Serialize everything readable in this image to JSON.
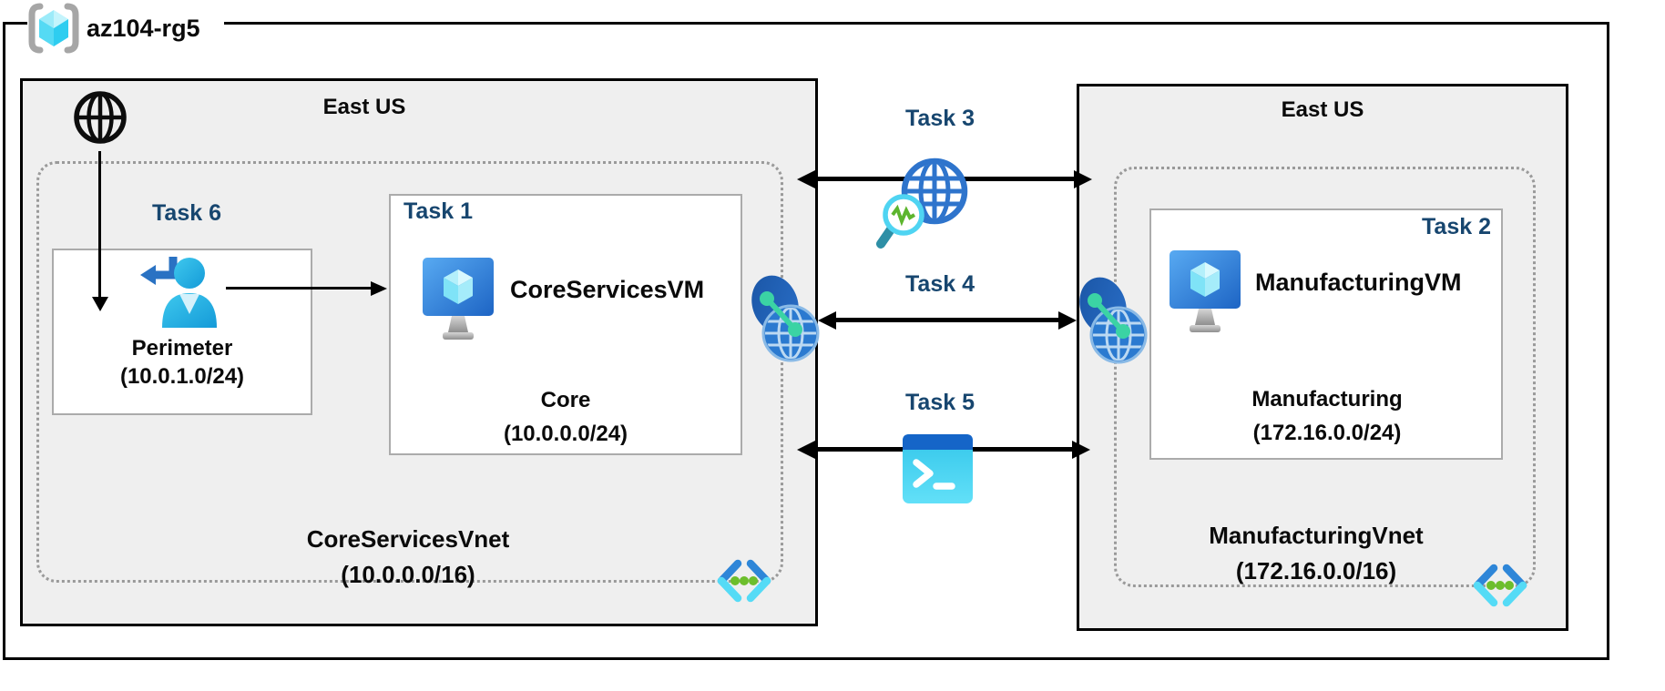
{
  "resource_group": {
    "label": "az104-rg5",
    "icon": "resource-group-icon"
  },
  "regions": {
    "left": {
      "name": "East US",
      "internet_icon": "internet-globe-icon",
      "vnet": {
        "name": "CoreServicesVnet",
        "cidr": "(10.0.0.0/16)",
        "icon": "virtual-network-icon"
      },
      "subnets": {
        "perimeter": {
          "task": "Task 6",
          "name": "Perimeter",
          "cidr": "(10.0.1.0/24)",
          "icon": "user-signin-icon"
        },
        "core": {
          "task": "Task 1",
          "vm": "CoreServicesVM",
          "name": "Core",
          "cidr": "(10.0.0.0/24)",
          "icon": "virtual-machine-icon"
        }
      }
    },
    "right": {
      "name": "East US",
      "vnet": {
        "name": "ManufacturingVnet",
        "cidr": "(172.16.0.0/16)",
        "icon": "virtual-network-icon"
      },
      "subnets": {
        "manufacturing": {
          "task": "Task 2",
          "vm": "ManufacturingVM",
          "name": "Manufacturing",
          "cidr": "(172.16.0.0/24)",
          "icon": "virtual-machine-icon"
        }
      }
    }
  },
  "connections": [
    {
      "task": "Task 3",
      "icon": "network-watcher-icon"
    },
    {
      "task": "Task 4",
      "icon": "vnet-peering-icon"
    },
    {
      "task": "Task 5",
      "icon": "cloud-shell-icon"
    }
  ],
  "colors": {
    "task_label": "#17466F",
    "region_fill": "#EFEFEF",
    "azure_blue": "#2E76C8",
    "cyan": "#50D7F2",
    "green_dot": "#6CBE2C",
    "peering_link": "#3BD3A4",
    "arrow": "#000000"
  }
}
